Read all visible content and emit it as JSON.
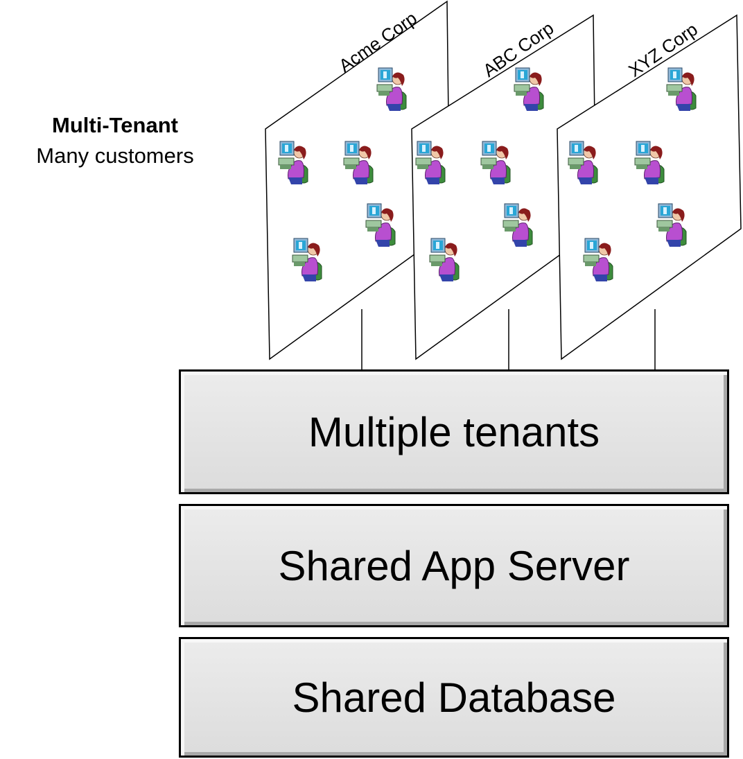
{
  "caption": {
    "title": "Multi-Tenant",
    "subtitle": "Many customers"
  },
  "tenants": [
    {
      "name": "Acme Corp",
      "users": 5
    },
    {
      "name": "ABC Corp",
      "users": 5
    },
    {
      "name": "XYZ Corp",
      "users": 5
    }
  ],
  "layers": [
    {
      "label": "Multiple tenants"
    },
    {
      "label": "Shared App Server"
    },
    {
      "label": "Shared Database"
    }
  ],
  "colors": {
    "layer_fill": "#e3e3e3",
    "person_shirt": "#b84fd0",
    "person_hair": "#8a1c1c",
    "chair": "#3d8c3d",
    "monitor": "#8fb8d8",
    "screen": "#29a6d6"
  },
  "icons": {
    "user": "user-at-computer-icon"
  }
}
